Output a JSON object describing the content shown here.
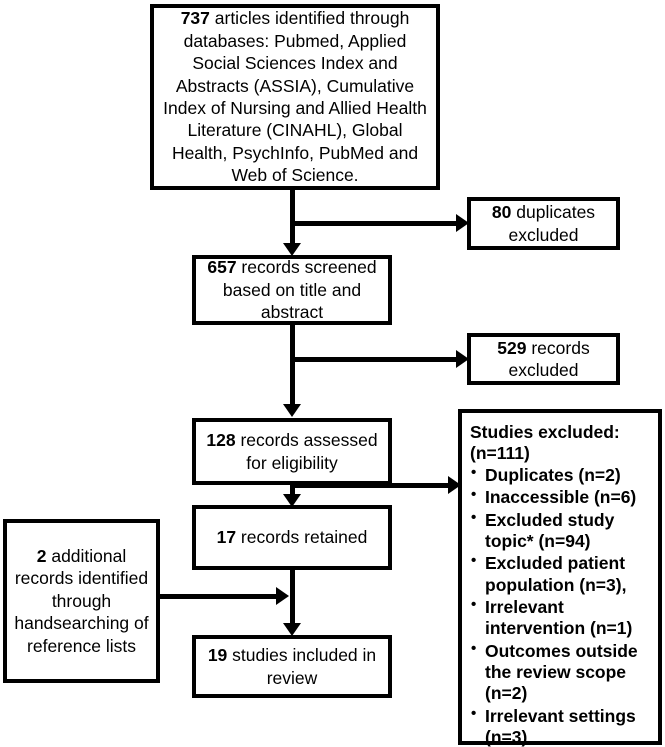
{
  "diagram": {
    "type": "prisma-flow-diagram",
    "boxes": {
      "identified": {
        "count": "737",
        "text": " articles identified through databases: Pubmed, Applied Social Sciences Index and Abstracts (ASSIA), Cumulative Index of Nursing and Allied Health Literature (CINAHL), Global Health, PsychInfo, PubMed and Web of Science."
      },
      "duplicates_excluded": {
        "count": "80",
        "text": " duplicates excluded"
      },
      "screened": {
        "count": "657",
        "text": " records screened based on title and abstract"
      },
      "records_excluded": {
        "count": "529",
        "text": " records excluded"
      },
      "assessed": {
        "count": "128",
        "text": " records assessed for eligibility"
      },
      "retained": {
        "count": "17",
        "text": " records retained"
      },
      "additional": {
        "count": "2",
        "text": " additional records identified through handsearching of reference lists"
      },
      "included": {
        "count": "19",
        "text": " studies included in review"
      },
      "studies_excluded": {
        "title": "Studies excluded:",
        "total": "(n=111)",
        "items": [
          "Duplicates (n=2)",
          "Inaccessible (n=6)",
          "Excluded study topic* (n=94)",
          "Excluded patient population (n=3),",
          "Irrelevant intervention (n=1)",
          "Outcomes outside the review scope (n=2)",
          "Irrelevant settings (n=3)"
        ]
      }
    }
  }
}
